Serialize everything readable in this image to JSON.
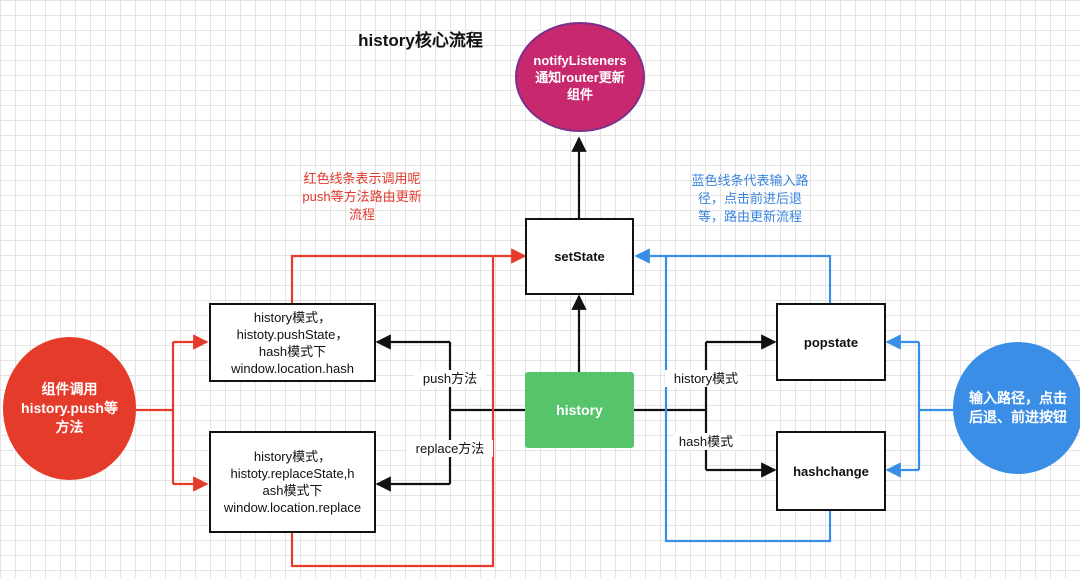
{
  "title": "history核心流程",
  "colors": {
    "red": "#e53b2b",
    "blue": "#3b8ee6",
    "green": "#56c46b",
    "magenta": "#c8286e",
    "black": "#111111"
  },
  "nodes": {
    "notify": "notifyListeners\n通知router更新\n组件",
    "setstate": "setState",
    "history": "history",
    "caller": "组件调用\nhistory.push等\n方法",
    "push_box": "history模式，\nhistoty.pushState，\nhash模式下\nwindow.location.hash",
    "replace_box": "history模式，\nhistoty.replaceState,h\nash模式下\nwindow.location.replace",
    "popstate": "popstate",
    "hashchange": "hashchange",
    "input": "输入路径，点击\n后退、前进按钮"
  },
  "labels": {
    "push_method": "push方法",
    "replace_method": "replace方法",
    "history_mode": "history模式",
    "hash_mode": "hash模式"
  },
  "notes": {
    "red": "红色线条表示调用呢\npush等方法路由更新\n流程",
    "blue": "蓝色线条代表输入路\n径，点击前进后退\n等，路由更新流程"
  }
}
